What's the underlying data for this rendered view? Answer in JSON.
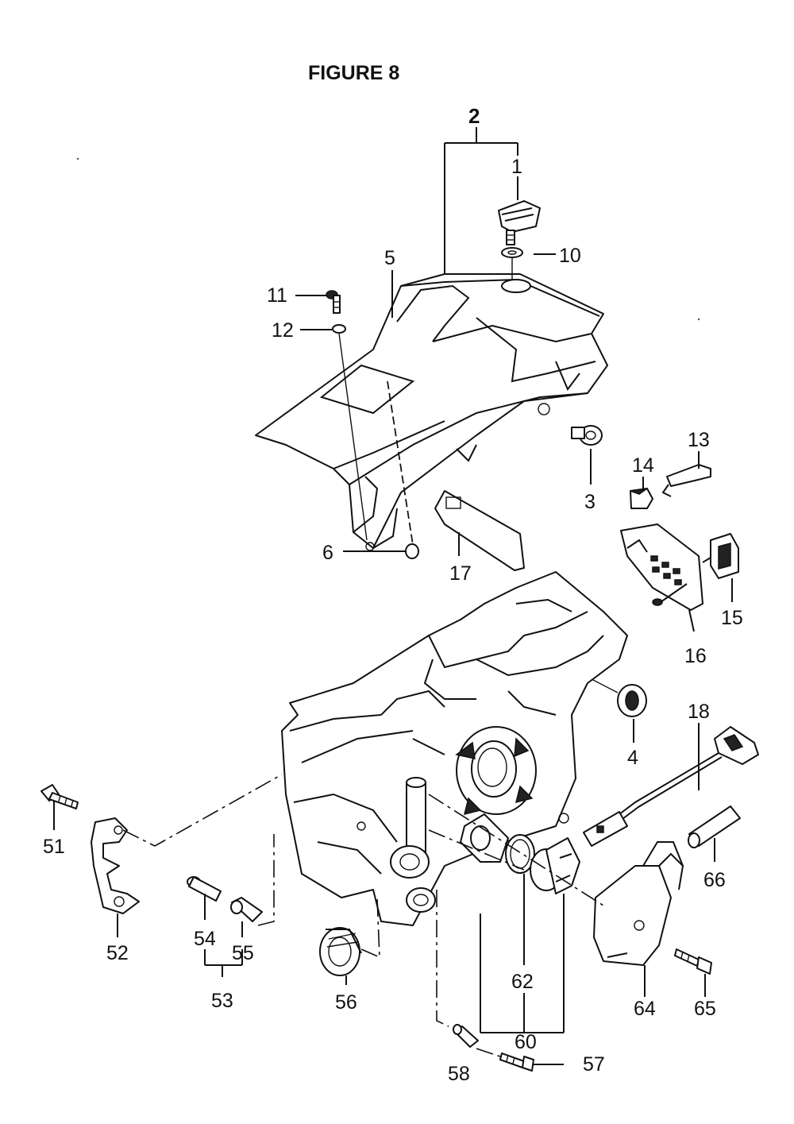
{
  "figure": {
    "title": "FIGURE 8"
  },
  "callouts": {
    "c1": "1",
    "c2": "2",
    "c3": "3",
    "c4": "4",
    "c5": "5",
    "c6": "6",
    "c10": "10",
    "c11": "11",
    "c12": "12",
    "c13": "13",
    "c14": "14",
    "c15": "15",
    "c16": "16",
    "c17": "17",
    "c18": "18",
    "c51": "51",
    "c52": "52",
    "c53": "53",
    "c54": "54",
    "c55": "55",
    "c56": "56",
    "c57": "57",
    "c58": "58",
    "c60": "60",
    "c62": "62",
    "c64": "64",
    "c65": "65",
    "c66": "66"
  }
}
